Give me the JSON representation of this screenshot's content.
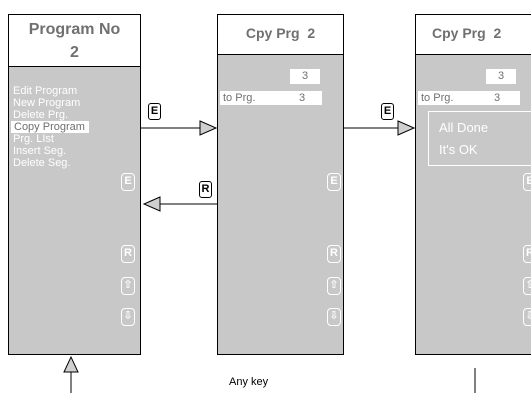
{
  "screen1": {
    "title_line1": "Program No",
    "title_line2": "2",
    "menu": [
      "Edit Program",
      "New Program",
      "Delete Prg.",
      "Copy Program",
      "Prg. LIst",
      "Insert Seg.",
      "Delete Seg."
    ],
    "selected_index": 3
  },
  "screen2": {
    "title": "Cpy Prg  2",
    "source_value": "3",
    "to_label": "to Prg.",
    "to_value": "3"
  },
  "screen3": {
    "title": "Cpy Prg  2",
    "source_value": "3",
    "to_label": "to Prg.",
    "to_value": "3",
    "done_line1": "All Done",
    "done_line2": "It's OK"
  },
  "softkeys": {
    "enter": "E",
    "return": "R",
    "up_icon": "arrow-up-icon",
    "down_icon": "arrow-down-icon"
  },
  "transitions": {
    "forward_1_2": "E",
    "back_2_1": "R",
    "forward_2_3": "E"
  },
  "caption_any_key": "Any key"
}
